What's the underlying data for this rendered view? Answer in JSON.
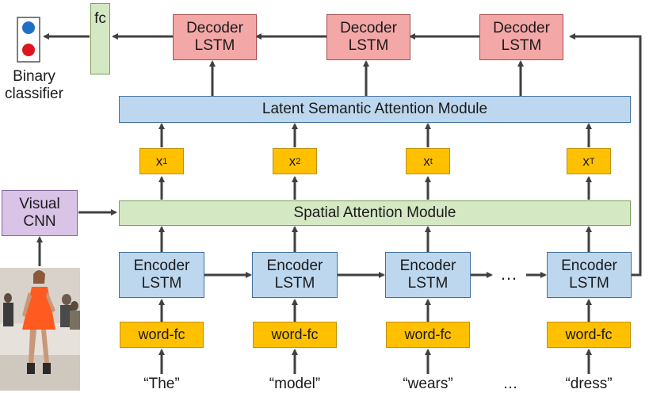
{
  "decoders": [
    {
      "line1": "Decoder",
      "line2": "LSTM"
    },
    {
      "line1": "Decoder",
      "line2": "LSTM"
    },
    {
      "line1": "Decoder",
      "line2": "LSTM"
    }
  ],
  "fc_label": "fc",
  "classifier": {
    "line1": "Binary",
    "line2": "classifier"
  },
  "latent_module": "Latent Semantic Attention Module",
  "spatial_module": "Spatial Attention Module",
  "visual_cnn": {
    "line1": "Visual",
    "line2": "CNN"
  },
  "x_tokens": [
    {
      "base": "x",
      "sub": "1"
    },
    {
      "base": "x",
      "sub": "2"
    },
    {
      "base": "x",
      "sub": "t"
    },
    {
      "base": "x",
      "sub": "T"
    }
  ],
  "encoders": [
    {
      "line1": "Encoder",
      "line2": "LSTM"
    },
    {
      "line1": "Encoder",
      "line2": "LSTM"
    },
    {
      "line1": "Encoder",
      "line2": "LSTM"
    },
    {
      "line1": "Encoder",
      "line2": "LSTM"
    }
  ],
  "word_fc": [
    "word-fc",
    "word-fc",
    "word-fc",
    "word-fc"
  ],
  "words": [
    "“The”",
    "“model”",
    "“wears”",
    "“dress”"
  ],
  "ellipsis": "…",
  "colors": {
    "encoder": "#bdd7ee",
    "decoder": "#f4a7a7",
    "word_fc": "#ffc000",
    "spatial": "#d5e8c4",
    "visual": "#d9c3e6",
    "arrow": "#404040",
    "classifier_top": "#1f6fc9",
    "classifier_bottom": "#e0141e"
  }
}
